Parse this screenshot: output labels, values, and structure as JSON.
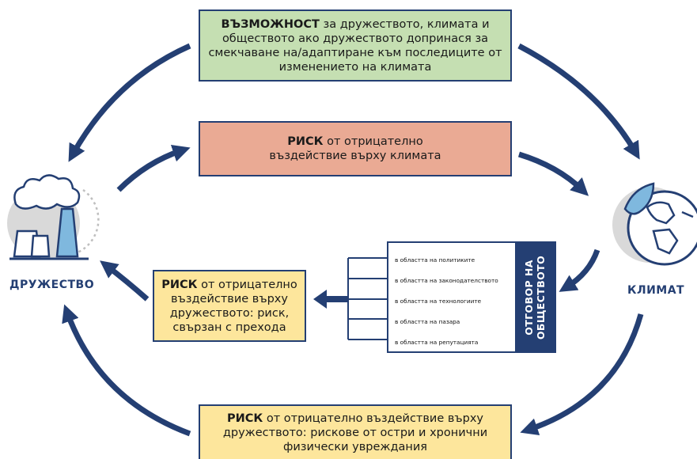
{
  "boxes": {
    "opportunity": {
      "bold": "ВЪЗМОЖНОСТ",
      "line1_rest": " за дружеството, климата и",
      "line2": "обществото ако дружеството допринася за",
      "line3": "смекчаване на/адаптиране към последиците от",
      "line4": "изменението на климата"
    },
    "risk_climate": {
      "bold": "РИСК",
      "line1_rest": " от отрицателно",
      "line2": "въздействие върху климата"
    },
    "risk_transition": {
      "bold": "РИСК",
      "line1_rest": " от отрицателно",
      "line2": "въздействие върху",
      "line3": "дружеството: риск,",
      "line4": "свързан с прехода"
    },
    "risk_physical": {
      "bold": "РИСК",
      "line1_rest": " от отрицателно въздействие върху",
      "line2": "дружеството: рискове от остри и хронични",
      "line3": "физически увреждания"
    }
  },
  "labels": {
    "company": "ДРУЖЕСТВО",
    "climate": "КЛИМАТ"
  },
  "society_response": {
    "title_line1": "ОТГОВОР НА",
    "title_line2": "ОБЩЕСТВОТО",
    "items": [
      "в областта на политиките",
      "в областта на законодателството",
      "в областта на технологиите",
      "в областта на пазара",
      "в областта на репутацията"
    ]
  },
  "colors": {
    "arrow": "#243f73",
    "opportunity_fill": "#c5dfb2",
    "risk_climate_fill": "#eaaa94",
    "risk_company_fill": "#fde69c",
    "icon_light": "#7fb8de",
    "icon_gray": "#d9d9d9"
  },
  "icons": [
    "factory-icon",
    "globe-icon"
  ]
}
